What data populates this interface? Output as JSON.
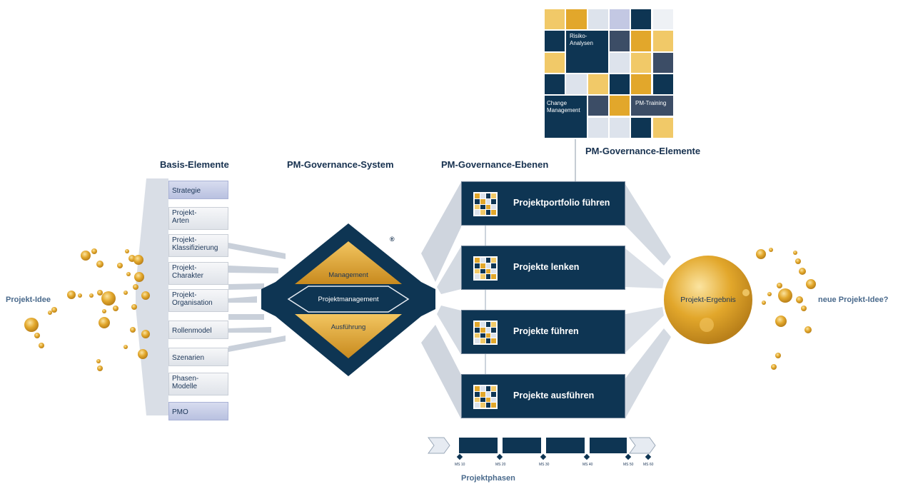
{
  "headings": {
    "basis": "Basis-Elemente",
    "system": "PM-Governance-System",
    "ebenen": "PM-Governance-Ebenen",
    "elemente": "PM-Governance-Elemente"
  },
  "left_label": "Projekt-Idee",
  "right_label": "neue Projekt-Idee?",
  "basis_items": [
    [
      "Strategie"
    ],
    [
      "Projekt-",
      "Arten"
    ],
    [
      "Projekt-",
      "Klassifizierung"
    ],
    [
      "Projekt-",
      "Charakter"
    ],
    [
      "Projekt-",
      "Organisation"
    ],
    [
      "Rollenmodel"
    ],
    [
      "Szenarien"
    ],
    [
      "Phasen-",
      "Modelle"
    ],
    [
      "PMO"
    ]
  ],
  "system": {
    "management": "Management",
    "projektmanagement": "Projektmanagement",
    "ausfuehrung": "Ausführung",
    "registered": "®"
  },
  "levels": [
    "Projektportfolio führen",
    "Projekte lenken",
    "Projekte führen",
    "Projekte ausführen"
  ],
  "elements_tiles": {
    "risiko": [
      "Risiko-",
      "Analysen"
    ],
    "change": [
      "Change",
      "Management"
    ],
    "training": "PM-Training"
  },
  "result_label": "Projekt-Ergebnis",
  "phases": {
    "label": "Projektphasen",
    "milestones": [
      "MS 10",
      "MS 20",
      "MS 30",
      "MS 40",
      "MS 50",
      "MS 60"
    ]
  },
  "colors": {
    "navy": "#0e3553",
    "gold": "#e2a72b",
    "light_gold": "#f1c968",
    "slate": "#3c4d66",
    "pale": "#dde3ec",
    "lavender": "#c3c8e3"
  }
}
